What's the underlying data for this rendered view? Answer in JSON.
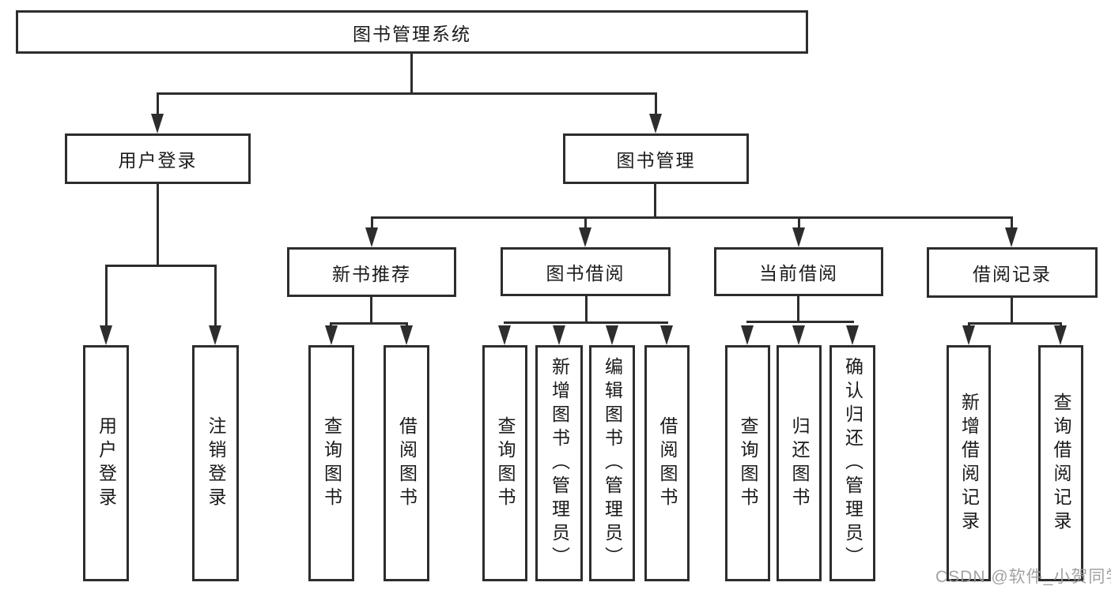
{
  "diagram": {
    "root": "图书管理系统",
    "left_branch": {
      "label": "用户登录",
      "children": [
        "用户登录",
        "注销登录"
      ]
    },
    "right_branch": {
      "label": "图书管理",
      "groups": [
        {
          "label": "新书推荐",
          "children": [
            "查询图书",
            "借阅图书"
          ]
        },
        {
          "label": "图书借阅",
          "children": [
            "查询图书",
            "新增图书（管理员）",
            "编辑图书（管理员）",
            "借阅图书"
          ]
        },
        {
          "label": "当前借阅",
          "children": [
            "查询图书",
            "归还图书",
            "确认归还（管理员）"
          ]
        },
        {
          "label": "借阅记录",
          "children": [
            "新增借阅记录",
            "查询借阅记录"
          ]
        }
      ]
    }
  },
  "watermark": {
    "text": "CSDN @软件_小贺同学"
  },
  "colors": {
    "line": "#2d2d2d",
    "text": "#1a1a1a",
    "background": "#ffffff",
    "watermark": "#9a9a9a"
  }
}
